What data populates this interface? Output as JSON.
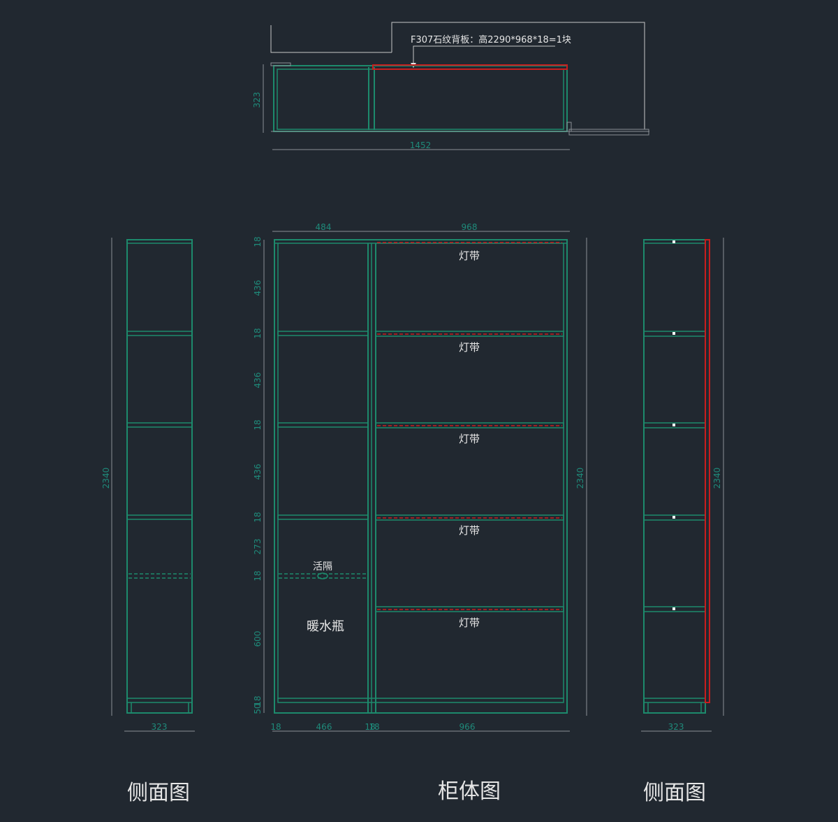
{
  "top_view": {
    "callout": "F307石纹背板：高2290*968*18=1块",
    "dim_depth": "323",
    "dim_width": "1452"
  },
  "front_view": {
    "dim_top": [
      "484",
      "968"
    ],
    "dim_bottom": [
      "18",
      "466",
      "18",
      "18",
      "966"
    ],
    "dim_left": [
      "18",
      "436",
      "18",
      "436",
      "18",
      "436",
      "18",
      "273",
      "18",
      "600",
      "18",
      "50"
    ],
    "dim_height": "2340",
    "light_strip_labels": [
      "灯带",
      "灯带",
      "灯带",
      "灯带",
      "灯带"
    ],
    "movable_shelf_label": "活隔",
    "thermos_label": "暖水瓶",
    "caption": "柜体图"
  },
  "left_side_view": {
    "dim_height": "2340",
    "dim_depth": "323",
    "caption": "侧面图"
  },
  "right_side_view": {
    "dim_height": "2340",
    "dim_depth": "323",
    "caption": "侧面图"
  },
  "colors": {
    "background": "#212830",
    "panel_lines": "#1d8a6c",
    "highlight_red": "#c81e1e",
    "dimension_text": "#1f8a7a",
    "label_text": "#e6e6e6"
  }
}
